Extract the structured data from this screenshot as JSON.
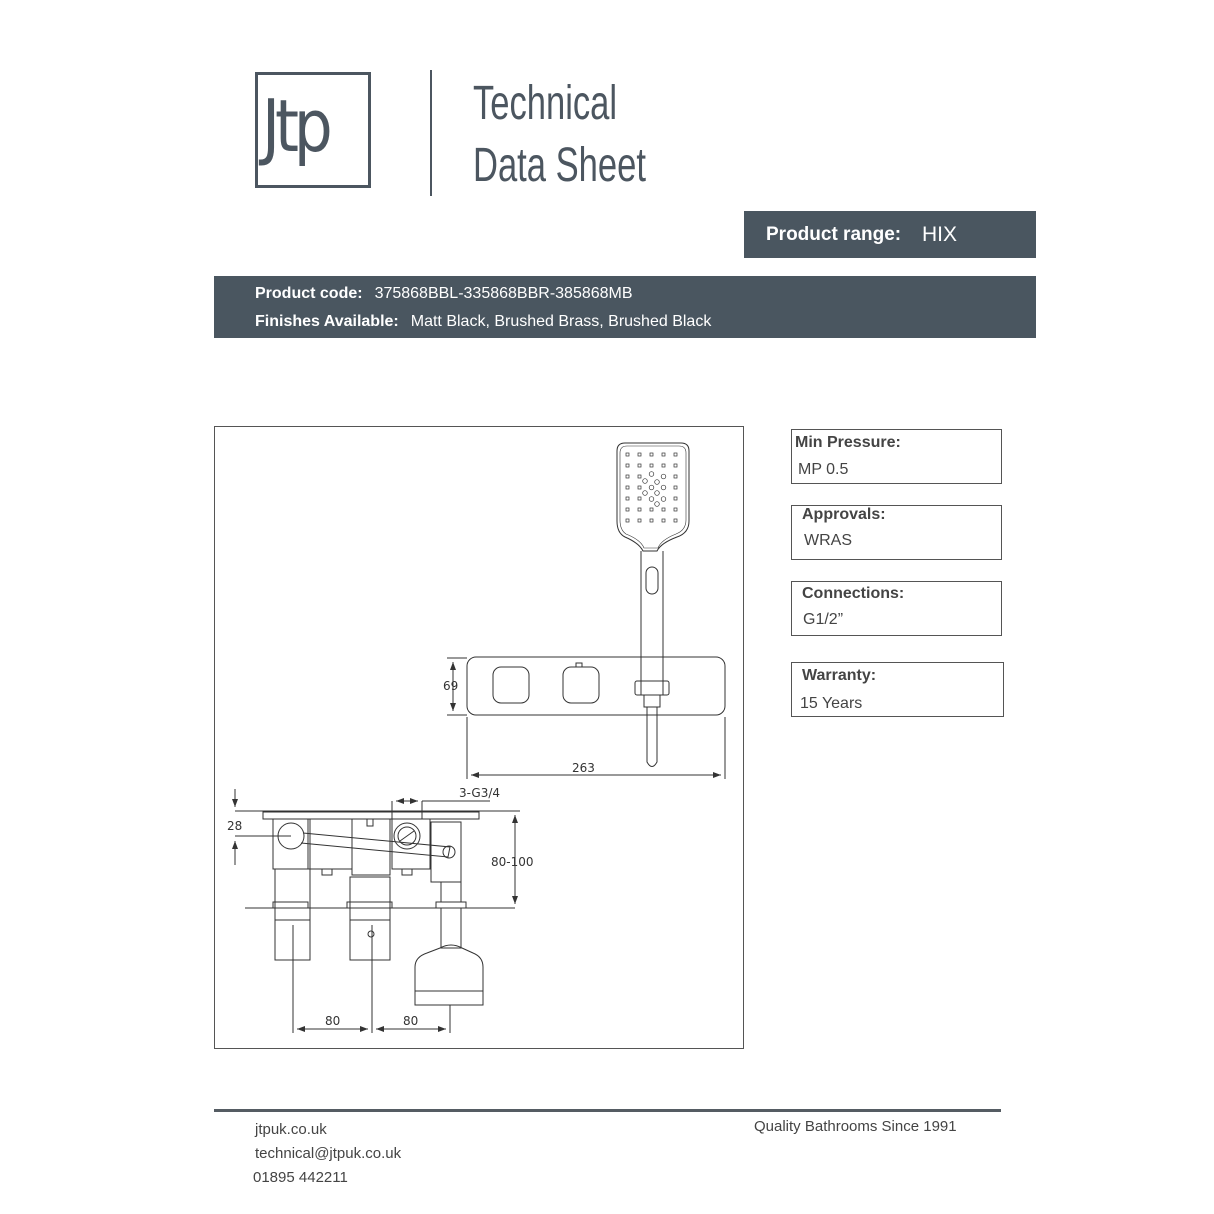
{
  "header": {
    "logo_text": "Jtp",
    "title_line1": "Technical",
    "title_line2": "Data Sheet"
  },
  "product_range": {
    "label": "Product range:",
    "value": "HIX"
  },
  "product_info": {
    "code_label": "Product code:",
    "code_value": "375868BBL-335868BBR-385868MB",
    "finishes_label": "Finishes Available:",
    "finishes_value": "Matt Black, Brushed Brass, Brushed Black"
  },
  "drawing": {
    "dimensions": {
      "plate_height": "69",
      "plate_width": "263",
      "outlets": "3-G3/4",
      "depth_offset": "28",
      "depth_range": "80-100",
      "spacing_1": "80",
      "spacing_2": "80"
    }
  },
  "specs": [
    {
      "label": "Min Pressure:",
      "value": "MP 0.5"
    },
    {
      "label": "Approvals:",
      "value": "WRAS"
    },
    {
      "label": "Connections:",
      "value": "G1/2”"
    },
    {
      "label": "Warranty:",
      "value": "15 Years"
    }
  ],
  "footer": {
    "website": "jtpuk.co.uk",
    "email": "technical@jtpuk.co.uk",
    "phone": "01895 442211",
    "tagline": "Quality Bathrooms Since 1991"
  },
  "colors": {
    "brand_bar": "#4a5660",
    "logo": "#4c5660"
  }
}
